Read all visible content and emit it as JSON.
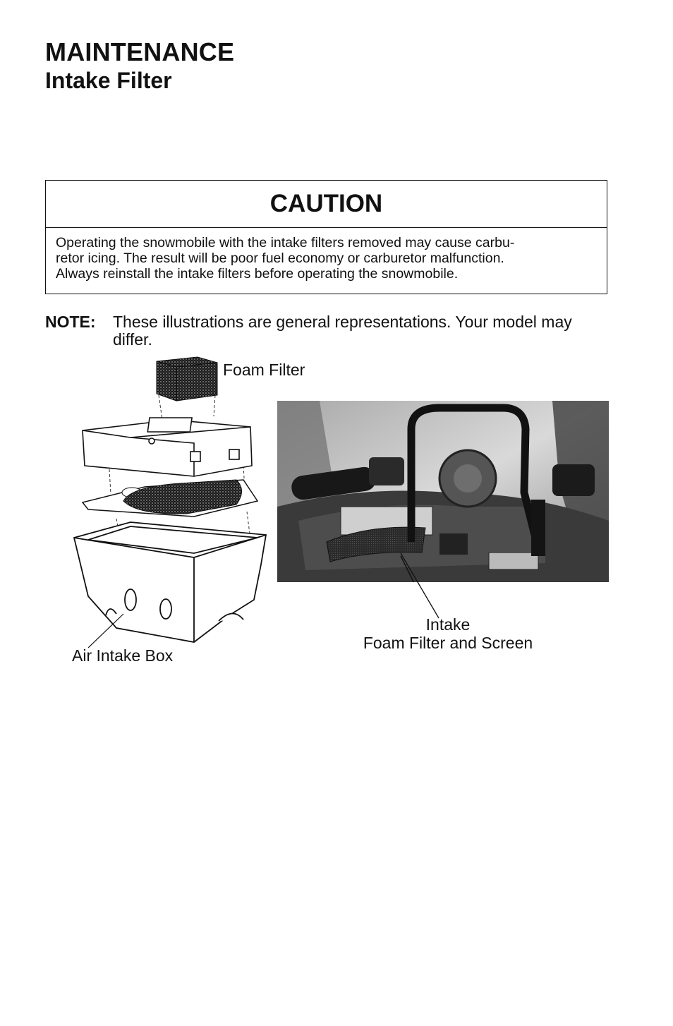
{
  "header": {
    "section": "MAINTENANCE",
    "subsection": "Intake Filter"
  },
  "caution": {
    "title": "CAUTION",
    "lines": [
      "Operating the snowmobile with the intake filters removed may cause carbu-",
      "retor icing. The result will be poor fuel economy or carburetor malfunction.",
      "Always reinstall the intake filters before operating the snowmobile."
    ]
  },
  "note": {
    "label": "NOTE:",
    "text": "These illustrations are general representations. Your model may differ."
  },
  "figure": {
    "foam_filter_label": "Foam Filter",
    "air_intake_box_label": "Air Intake Box",
    "photo_label_line1": "Intake",
    "photo_label_line2": "Foam Filter and Screen"
  }
}
